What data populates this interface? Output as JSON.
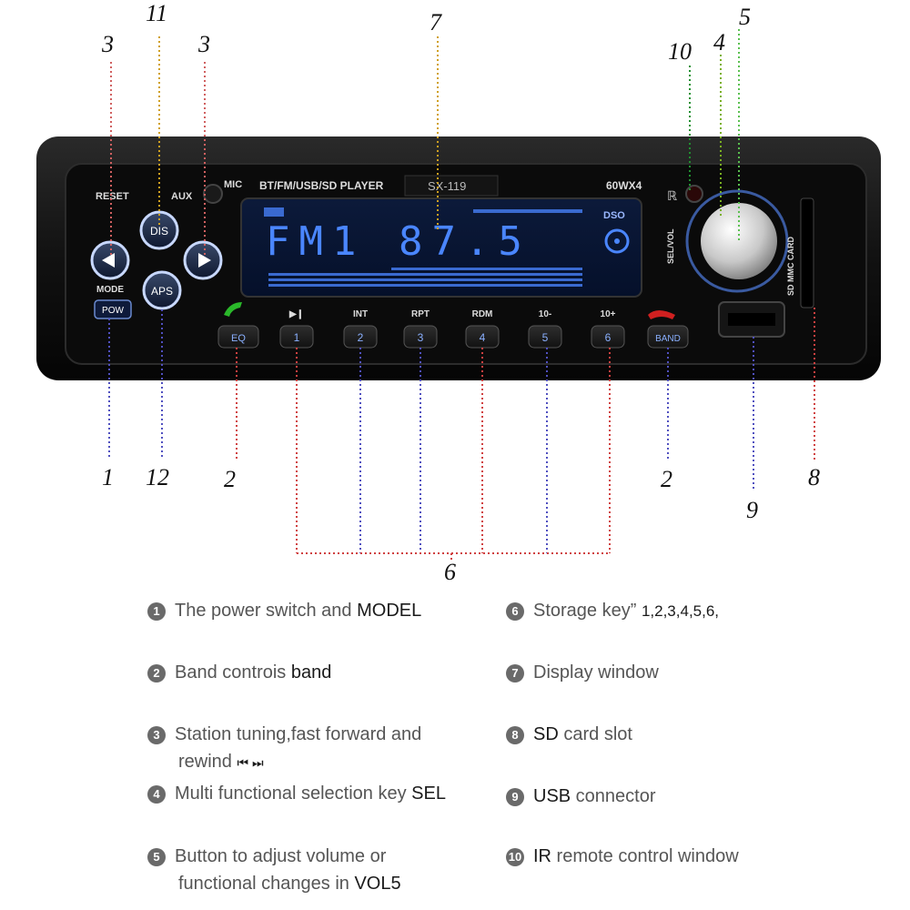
{
  "panel": {
    "brand_line": "BT/FM/USB/SD PLAYER",
    "model": "SX-119",
    "power": "60WX4",
    "mic": "MIC",
    "aux": "AUX",
    "reset": "RESET",
    "mode": "MODE",
    "pow": "POW",
    "dis": "DIS",
    "aps": "APS",
    "display_text": "FM1 87.5",
    "display_badge": "DSO",
    "sel_vol": "SEL/VOL",
    "sd_card": "SD MMC CARD",
    "eq": "EQ",
    "band": "BAND",
    "keys": [
      {
        "top": "▶❙",
        "num": "1"
      },
      {
        "top": "INT",
        "num": "2"
      },
      {
        "top": "RPT",
        "num": "3"
      },
      {
        "top": "RDM",
        "num": "4"
      },
      {
        "top": "10-",
        "num": "5"
      },
      {
        "top": "10+",
        "num": "6"
      }
    ]
  },
  "callouts": {
    "c1": "1",
    "c2a": "2",
    "c2b": "2",
    "c3a": "3",
    "c3b": "3",
    "c4": "4",
    "c5": "5",
    "c6": "6",
    "c7": "7",
    "c8": "8",
    "c9": "9",
    "c10": "10",
    "c11": "11",
    "c12": "12"
  },
  "legend": [
    {
      "n": "1",
      "text": "The power switch and ",
      "bold": "MODEL"
    },
    {
      "n": "2",
      "text": "Band controis ",
      "bold": "band"
    },
    {
      "n": "3",
      "text": "Station tuning,fast forward and",
      "line2": "rewind ",
      "line2_bold": "⏮ ⏭"
    },
    {
      "n": "4",
      "text": "Multi functional selection key ",
      "bold": "SEL"
    },
    {
      "n": "5",
      "text": "Button to adjust volume or",
      "line2": "functional changes in ",
      "line2_bold": "VOL5"
    },
    {
      "n": "6",
      "text": "Storage key” ",
      "bold": "1,2,3,4,5,6,"
    },
    {
      "n": "7",
      "text": "Display window",
      "bold": ""
    },
    {
      "n": "8",
      "bold_first": "SD",
      "text": " card slot"
    },
    {
      "n": "9",
      "bold_first": "USB",
      "text": " connector"
    },
    {
      "n": "10",
      "bold_first": "IR",
      "text": " remote control window"
    }
  ]
}
